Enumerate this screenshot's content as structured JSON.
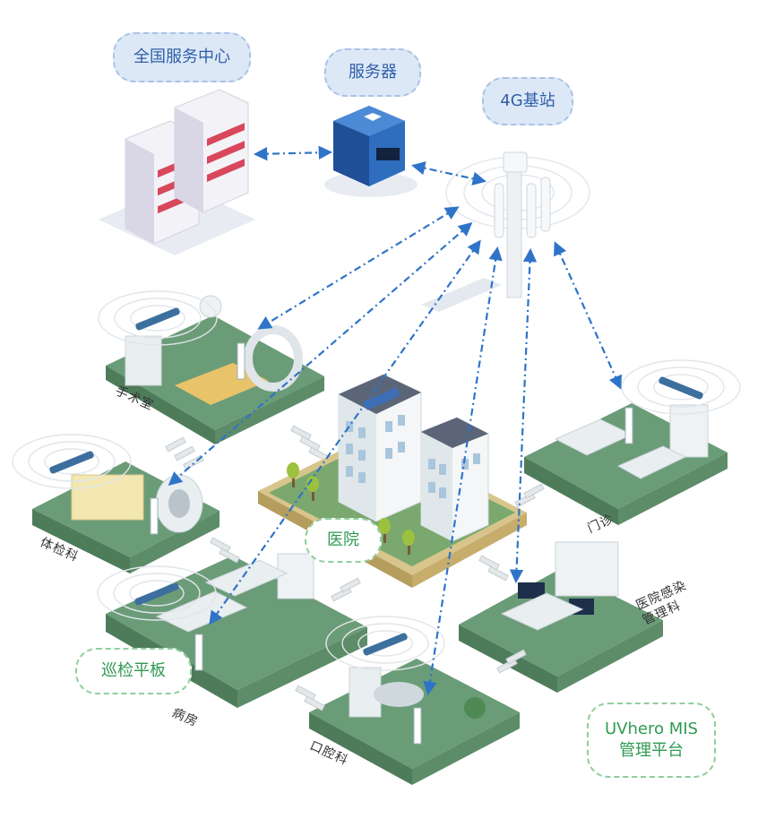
{
  "labels": {
    "national_center": "全国服务中心",
    "server": "服务器",
    "base_station": "4G基站",
    "hospital": "医院",
    "inspection_tablet": "巡检平板",
    "platform_line1": "UVhero MIS",
    "platform_line2": "管理平台"
  },
  "departments": {
    "operating_room": "手术室",
    "physical_exam": "体检科",
    "ward": "病房",
    "dental": "口腔科",
    "outpatient": "门诊",
    "infection_mgmt_line1": "医院感染",
    "infection_mgmt_line2": "管理科"
  },
  "colors": {
    "floor_top": "#6b9c78",
    "floor_side": "#4e7c5b",
    "link": "#2f74c8",
    "bubble_blue": "#dde8f7",
    "bubble_green_border": "#8fcf9c"
  }
}
